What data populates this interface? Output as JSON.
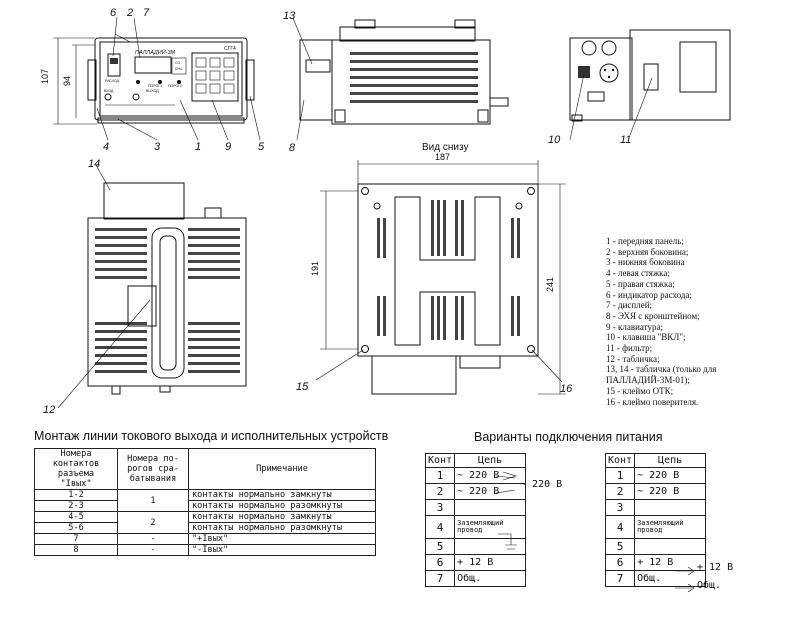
{
  "dims": {
    "d107": "107",
    "d94": "94",
    "d187": "187",
    "d191": "191",
    "d241": "241"
  },
  "callouts": {
    "c1": "1",
    "c2": "2",
    "c3": "3",
    "c4": "4",
    "c5": "5",
    "c6": "6",
    "c7": "7",
    "c8": "8",
    "c9": "9",
    "c10": "10",
    "c11": "11",
    "c12": "12",
    "c13": "13",
    "c14": "14",
    "c15": "15",
    "c16": "16"
  },
  "device": {
    "brand": "ПАЛЛАДИЙ-3М",
    "model": "СГГ4",
    "label_razhod": "РАСХОД",
    "label_porog1": "ПОРОГ1",
    "label_porog2": "ПОРОГ2",
    "label_vhod": "ВХОД",
    "label_vyhod": "ВЫХОД",
    "unit_co": "СО",
    "unit_ch4": "СН4"
  },
  "bottom_view_label": "Вид снизу",
  "legend": [
    "1 - передняя панель;",
    "2 - верхняя боковина;",
    "3 - нижняя боковина",
    "4 - левая стяжка;",
    "5 - правая стяжка;",
    "6 - индикатор расхода;",
    "7 - дисплей;",
    "8 - ЭХЯ с кронштейном;",
    "9 - клавиатура;",
    "10 - клавиша \"ВКЛ\";",
    "11 - фильтр;",
    "12 - табличка;",
    "13, 14 - табличка (только для",
    "ПАЛЛАДИЙ-3М-01);",
    "15 - клеймо ОТК;",
    "16 - клеймо поверителя."
  ],
  "contacts_title": "Монтаж линии токового выхода и исполнительных устройств",
  "contacts_table": {
    "headers": [
      "Номера\nконтактов\nразъема\n\"Iвых\"",
      "Номера по-\nрогов сра-\nбатывания",
      "Примечание"
    ],
    "rows": [
      {
        "pins": "1-2",
        "threshold": "1",
        "note": "контакты нормально замкнуты"
      },
      {
        "pins": "2-3",
        "threshold": "",
        "note": "контакты нормально разомкнуты"
      },
      {
        "pins": "4-5",
        "threshold": "2",
        "note": "контакты нормально замкнуты"
      },
      {
        "pins": "5-6",
        "threshold": "",
        "note": "контакты нормально разомкнуты"
      },
      {
        "pins": "7",
        "threshold": "-",
        "note": "\"+Iвых\""
      },
      {
        "pins": "8",
        "threshold": "-",
        "note": "\"-Iвых\""
      }
    ]
  },
  "power_title": "Варианты подключения питания",
  "power_table": {
    "h_cont": "Конт",
    "h_chain": "Цепь",
    "rows": [
      {
        "n": "1",
        "chain": "~ 220 В"
      },
      {
        "n": "2",
        "chain": "~ 220 В"
      },
      {
        "n": "3",
        "chain": ""
      },
      {
        "n": "4",
        "chain": "Заземляющий провод"
      },
      {
        "n": "5",
        "chain": ""
      },
      {
        "n": "6",
        "chain": "+ 12 В"
      },
      {
        "n": "7",
        "chain": "Общ."
      }
    ]
  },
  "power_left_annot": "~ 220 В",
  "power_right_annot_plus": "+ 12 В",
  "power_right_annot_common": "Общ."
}
